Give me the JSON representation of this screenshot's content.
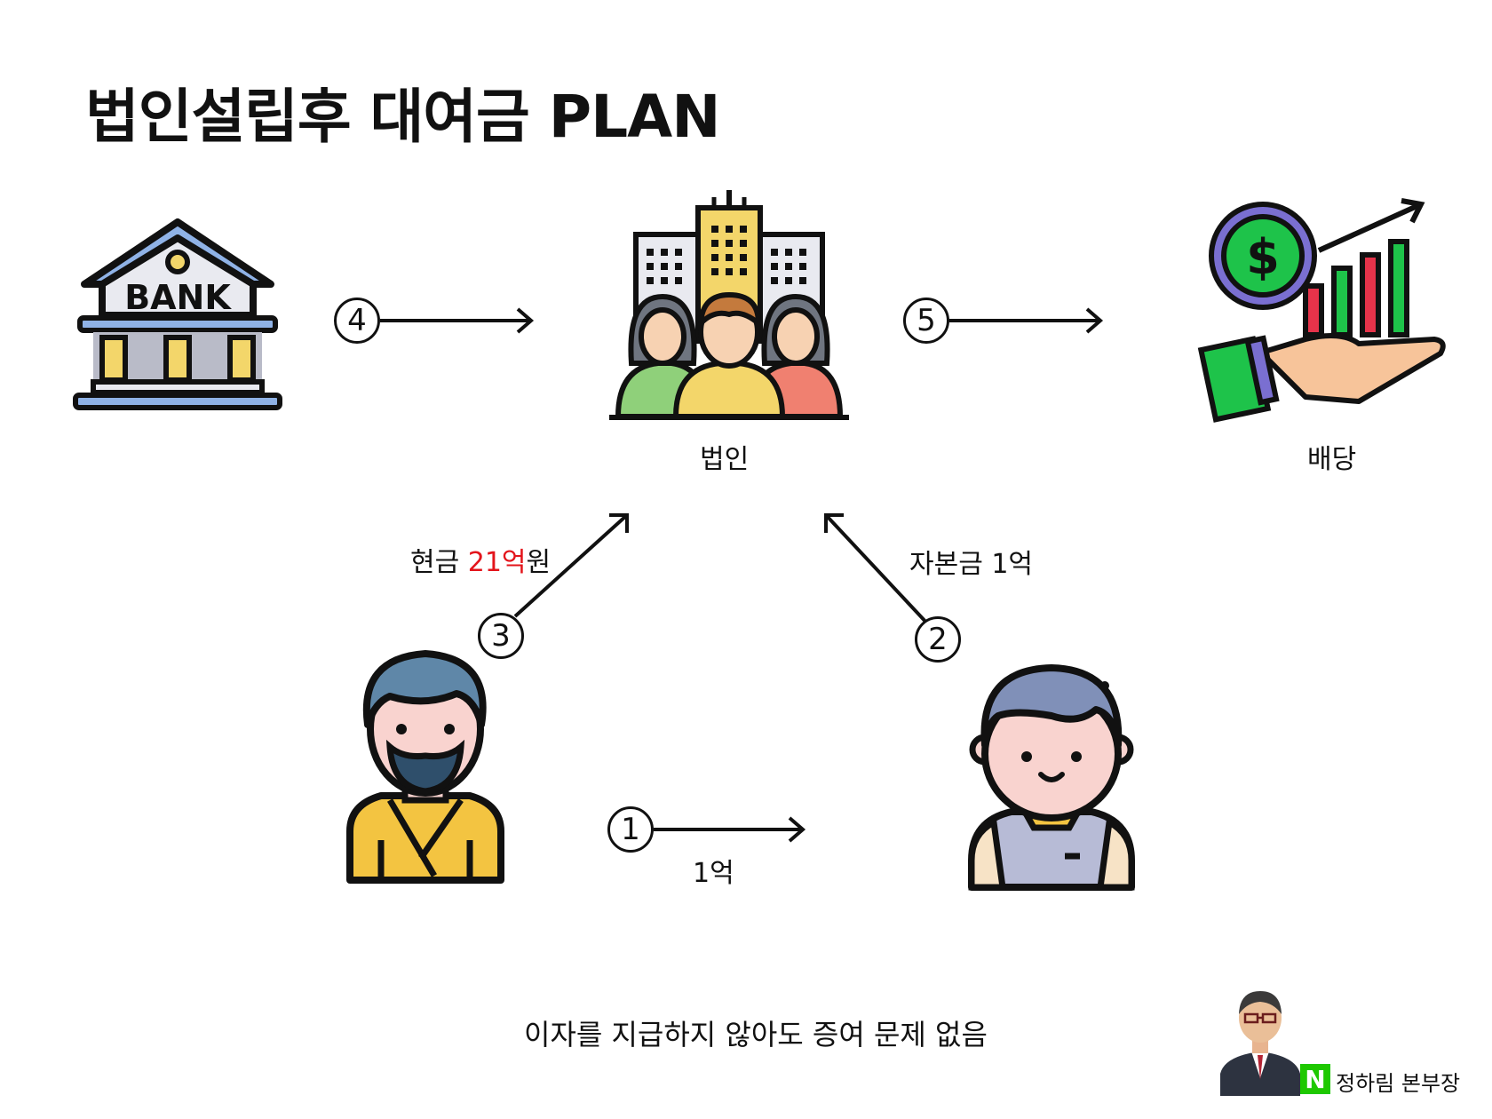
{
  "title": "법인설립후 대여금 PLAN",
  "bank": {
    "sign": "BANK"
  },
  "corporation": {
    "label": "법인"
  },
  "dividend": {
    "label": "배당"
  },
  "steps": [
    {
      "num": "1",
      "label": "1억"
    },
    {
      "num": "2",
      "label": "자본금 1억"
    },
    {
      "num": "3",
      "label_prefix": "현금 ",
      "label_highlight": "21억",
      "label_suffix": "원"
    },
    {
      "num": "4",
      "label": ""
    },
    {
      "num": "5",
      "label": ""
    }
  ],
  "footer": {
    "note": "이자를 지급하지 않아도 증여 문제 없음"
  },
  "author": {
    "badge": "N",
    "name": "정하림 본부장"
  },
  "colors": {
    "highlight": "#e3141b",
    "naver_green": "#1ec800"
  }
}
